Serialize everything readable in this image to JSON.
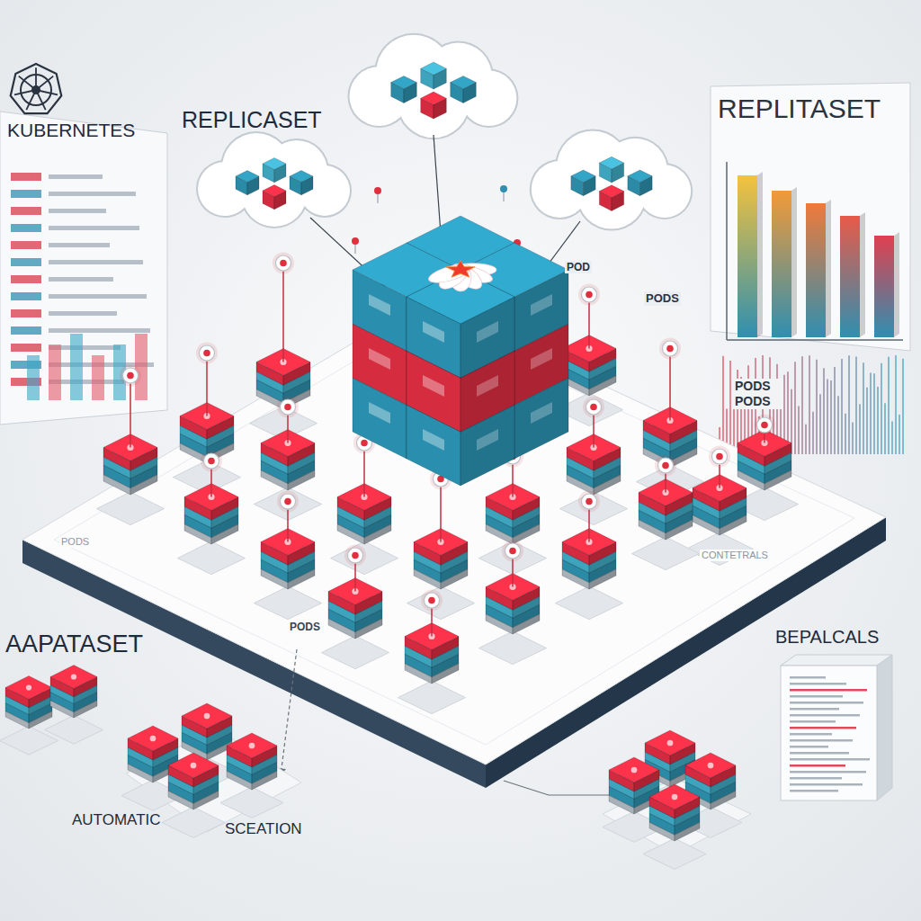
{
  "diagram": {
    "nodes": [
      {
        "text": [
          "KUBERNETES"
        ]
      },
      {
        "text": [
          "REPLITASET"
        ]
      },
      {
        "text": [
          "BEPALCALS"
        ]
      }
    ],
    "labels": [
      "REPLICASET",
      "POD",
      "PODS",
      "PODS PODS",
      "PODS",
      "PODS",
      "CONTETRALS",
      "AAPATASET",
      "AUTOMATIC",
      "SCEATION"
    ]
  }
}
